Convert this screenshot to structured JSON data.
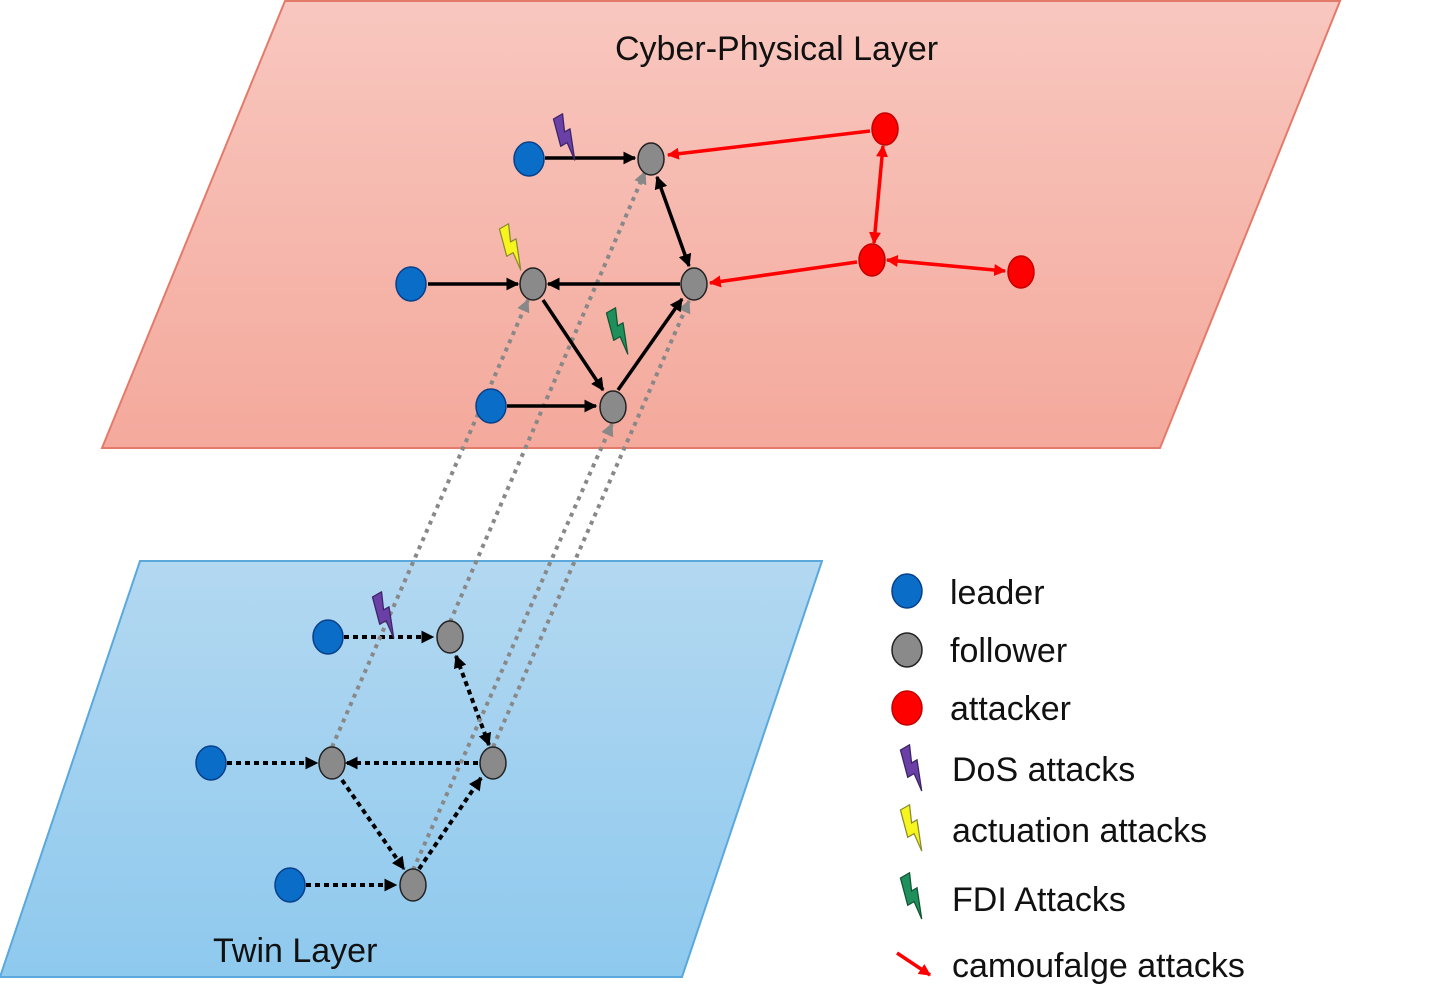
{
  "layers": {
    "cyber_physical": {
      "title": "Cyber-Physical Layer"
    },
    "twin": {
      "title": "Twin Layer"
    }
  },
  "node_types": {
    "leader": {
      "color": "#0a6ec8",
      "stroke": "#083f8a"
    },
    "follower": {
      "color": "#8a8a8a",
      "stroke": "#222222"
    },
    "attacker": {
      "color": "#ff0000",
      "stroke": "#c40000"
    }
  },
  "attack_icons": {
    "dos": {
      "icon": "lightning-bolt-icon",
      "color": "#6a3fa6"
    },
    "actuation": {
      "icon": "lightning-bolt-icon",
      "color": "#f6f61e"
    },
    "fdi": {
      "icon": "lightning-bolt-icon",
      "color": "#1f8f5c"
    }
  },
  "edge_colors": {
    "communication": "#000000",
    "camouflage": "#ff0000",
    "twin_mapping": "#888888"
  },
  "legend": [
    {
      "key": "leader",
      "label": "leader",
      "marker": "node",
      "color": "#0a6ec8"
    },
    {
      "key": "follower",
      "label": "follower",
      "marker": "node",
      "color": "#8a8a8a"
    },
    {
      "key": "attacker",
      "label": "attacker",
      "marker": "node",
      "color": "#ff0000"
    },
    {
      "key": "dos",
      "label": "DoS attacks",
      "marker": "bolt",
      "color": "#6a3fa6"
    },
    {
      "key": "actuation",
      "label": "actuation attacks",
      "marker": "bolt",
      "color": "#f6f61e"
    },
    {
      "key": "fdi",
      "label": "FDI Attacks",
      "marker": "bolt",
      "color": "#1f8f5c"
    },
    {
      "key": "camouflage",
      "label": "camoufalge attacks",
      "marker": "arrow",
      "color": "#ff0000"
    }
  ]
}
